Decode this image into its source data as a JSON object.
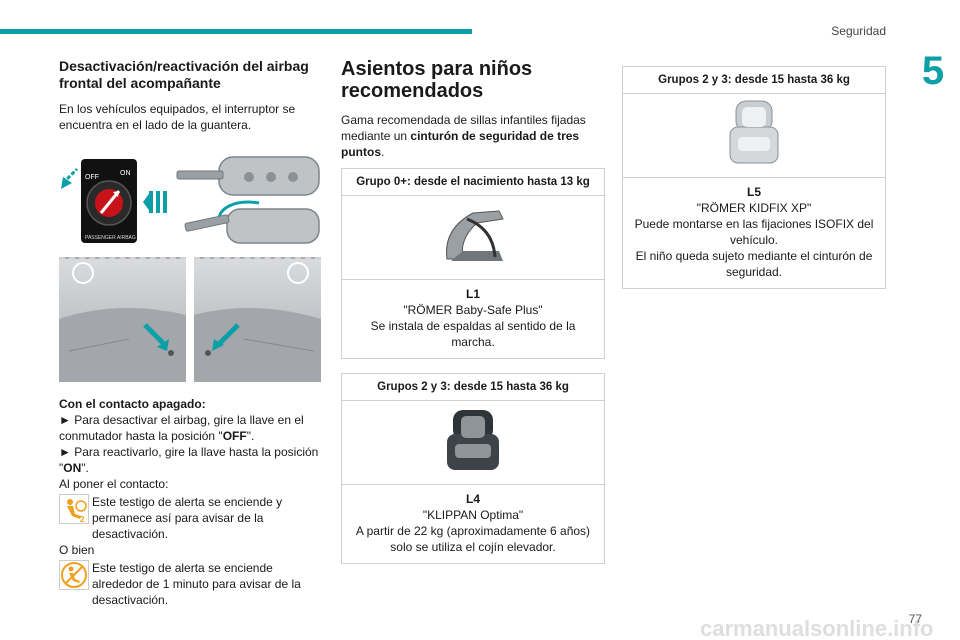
{
  "header": {
    "section": "Seguridad",
    "chapter": "5"
  },
  "footer": {
    "page_number": "77"
  },
  "airbag": {
    "title": "Desactivación/reactivación del airbag frontal del acompañante",
    "intro": "En los vehículos equipados, el interruptor se encuentra en el lado de la guantera.",
    "switch_off": "OFF",
    "switch_on": "ON",
    "switch_caption": "PASSENGER AIRBAG",
    "contact_off_heading": "Con el contacto apagado:",
    "step_off_prefix": "► Para desactivar el airbag, gire la llave en el conmutador hasta la posición \"",
    "step_off_value": "OFF",
    "step_off_suffix": "\".",
    "step_on_prefix": "► Para reactivarlo, gire la llave hasta la posición \"",
    "step_on_value": "ON",
    "step_on_suffix": "\".",
    "contact_on": "Al poner el contacto:",
    "warning1": "Este testigo de alerta se enciende y permanece así para avisar de la desactivación.",
    "or": "O bien",
    "warning2": "Este testigo de alerta se enciende alrededor de 1 minuto para avisar de la desactivación."
  },
  "seats": {
    "title": "Asientos para niños recomendados",
    "intro_prefix": "Gama recomendada de sillas infantiles fijadas mediante un ",
    "intro_bold": "cinturón de seguridad de tres puntos",
    "intro_suffix": ".",
    "items": [
      {
        "group": "Grupo 0+: desde el nacimiento hasta 13 kg",
        "code": "L1",
        "name": "\"RÖMER Baby-Safe Plus\"",
        "note": "Se instala de espaldas al sentido de la marcha."
      },
      {
        "group": "Grupos 2 y 3: desde 15 hasta 36 kg",
        "code": "L4",
        "name": "\"KLIPPAN Optima\"",
        "note": "A partir de 22 kg (aproximadamente 6 años) solo se utiliza el cojín elevador."
      },
      {
        "group": "Grupos 2 y 3: desde 15 hasta 36 kg",
        "code": "L5",
        "name": "\"RÖMER KIDFIX XP\"",
        "note": "Puede montarse en las fijaciones ISOFIX del vehículo.",
        "note2": "El niño queda sujeto mediante el cinturón de seguridad."
      }
    ]
  },
  "watermark": "carmanualsonline.info",
  "colors": {
    "accent": "#0d9fa8",
    "warning": "#f0a020"
  }
}
